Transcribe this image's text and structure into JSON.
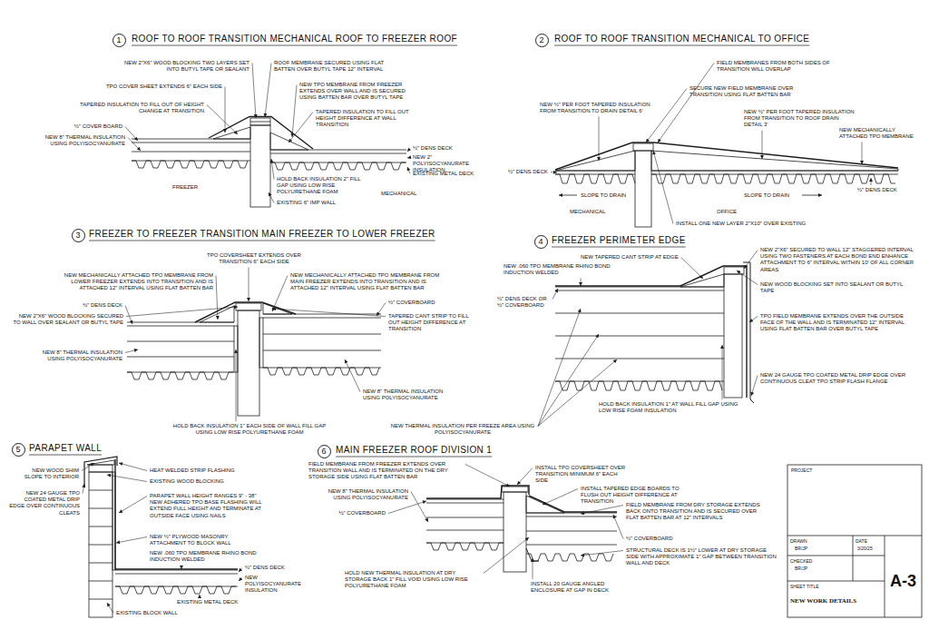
{
  "diagram": {
    "nodes": [
      {
        "text": [
          "1"
        ]
      },
      {
        "text": [
          "2"
        ]
      },
      {
        "text": [
          "3"
        ]
      },
      {
        "text": [
          "4"
        ]
      },
      {
        "text": [
          "5"
        ]
      },
      {
        "text": [
          "6"
        ]
      }
    ],
    "labels": [
      "ROOF TO ROOF TRANSITION MECHANICAL ROOF TO FREEZER ROOF",
      "NEW 2\"X6\" WOOD BLOCKING TWO LAYERS SET INTO BUTYL TAPE OR SEALANT",
      "ROOF MEMBRANE SECURED USING FLAT BATTEN OVER BUTYL TAPE 12\" INTERVAL",
      "TPO COVER SHEET EXTENDS 6\" EACH SIDE",
      "NEW TPO MEMBRANE FROM FREEZER EXTENDS OVER WALL AND IS SECURED USING BATTEN BAR OVER BUTYL TAPE",
      "TAPERED INSULATION TO FILL OUT OF HEIGHT CHANGE AT TRANSITION",
      "TAPERED INSULATION TO FILL OUT HEIGHT DIFFERENCE AT WALL TRANSITION",
      "½\" COVER BOARD",
      "NEW 8\" THERMAL INSULATION USING POLYISOCYANURATE",
      "½\" DENS DECK",
      "HOLD BACK INSULATION 2\" FILL GAP USING LOW RISE POLYURETHANE FOAM",
      "NEW 2\" POLYISOCYANURATE INSULATION",
      "EXISTING METAL DECK",
      "EXISTING 6\" IMP WALL",
      "FREEZER",
      "MECHANICAL",
      "ROOF TO ROOF TRANSITION MECHANICAL TO OFFICE",
      "FIELD MEMBRANES FROM BOTH SIDES OF TRANSITION WILL OVERLAP",
      "SECURE NEW FIELD MEMBRANE OVER TRANSITION USING FLAT BATTEN BAR",
      "NEW ½\" PER FOOT TAPERED INSULATION FROM TRANSITION TO DRAIN DETAIL 6'",
      "NEW ½\" PER FOOT TAPERED INSULATION FROM TRANSITION TO ROOF DRAIN DETAIL 3'",
      "NEW MECHANICALLY ATTACHED TPO MEMBRANE",
      "½\" DENS DECK",
      "SLOPE TO DRAIN",
      "MECHANICAL",
      "½\" DENS DECK",
      "OFFICE",
      "SLOPE TO DRAIN",
      "INSTALL ONE NEW LAYER 2\"X10\" OVER EXISTING",
      "FREEZER TO FREEZER TRANSITION MAIN FREEZER TO LOWER FREEZER",
      "TPO COVERSHEET EXTENDS OVER TRANSITION 6\" EACH SIDE",
      "NEW MECHANICALLY ATTACHED TPO MEMBRANE FROM LOWER FREEZER EXTENDS INTO TRANSITION AND IS ATTACHED 12\" INTERVAL USING FLAT BATTEN BAR",
      "NEW MECHANICALLY ATTACHED TPO MEMBRANE FROM MAIN FREEZER EXTENDS INTO TRANSITION AND IS ATTACHED 12\" INTERVAL USING FLAT BATTEN BAR",
      "½\" DENS DECK",
      "½\" COVERBOARD",
      "NEW 2\"X6\" WOOD BLOCKING SECURED TO WALL OVER SEALANT OR BUTYL TAPE",
      "TAPERED CANT STRIP TO FILL OUT HEIGHT DIFFERENCE AT TRANSITION",
      "NEW 8\" THERMAL INSULATION USING POLYISOCYANURATE",
      "NEW 8\" THERMAL INSULATION USING POLYISOCYANURATE",
      "HOLD BACK INSULATION 1\" EACH SIDE OF WALL FILL GAP USING LOW RISE POLYURETHANE FOAM",
      "FREEZER PERIMETER EDGE",
      "NEW TAPERED CANT STRIP AT EDGE",
      "NEW .060 TPO MEMBRANE RHINO BOND INDUCTION WELDED",
      "NEW 2\"X6\" SECURED TO WALL 12\" STAGGERED INTERVAL USING TWO FASTENERS AT EACH BOND END ENHANCE ATTACHMENT TO 6\" INTERVAL WITHIN 10' OF ALL CORNER AREAS",
      "NEW WOOD BLOCKING SET INTO SEALANT OR BUTYL TAPE",
      "½\" DENS DECK OR ½\" COVERBOARD",
      "TPO FIELD MEMBRANE EXTENDS OVER THE OUTSIDE FACE OF THE WALL AND IS TERMINATED 12\" INTERVAL USING FLAT BATTEN BAR OVER BUTYL TAPE",
      "NEW 24 GAUGE TPO COATED METAL DRIP EDGE OVER CONTINUOUS CLEAT TPO STRIP FLASH FLANGE",
      "HOLD BACK INSULATION 1\" AT WALL FILL GAP USING LOW RISE FOAM INSULATION",
      "NEW THERMAL INSULATION PER FREEZE AREA USING POLYISOCYANURATE",
      "PARAPET WALL",
      "NEW WOOD SHIM SLOPE TO INTERIOR",
      "HEAT WELDED STRIP FLASHING",
      "EXISTING WOOD BLOCKING",
      "NEW 24 GAUGE TPO COATED METAL DRIP EDGE OVER CONTINUOUS CLEATS",
      "PARAPET WALL HEIGHT RANGES 9\" - 38\" NEW ADHERED TPO BASE FLASHING WILL EXTEND FULL HEIGHT AND TERMINATE AT OUTSIDE FACE USING NAILS",
      "NEW ½\" PLYWOOD MASONRY ATTACHMENT TO BLOCK WALL",
      "NEW .060 TPO MEMBRANE RHINO BOND INDUCTION WELDED",
      "½\" DENS DECK",
      "NEW POLYISOCYANURATE INSULATION",
      "EXISTING METAL DECK",
      "EXISTING BLOCK WALL",
      "MAIN FREEZER ROOF DIVISION 1",
      "FIELD MEMBRANE FROM FREEZER EXTENDS OVER TRANSITION WALL AND IS TERMINATED ON THE DRY STORAGE SIDE USING FLAT BATTEN BAR",
      "INSTALL TPO COVERSHEET OVER TRANSITION MINIMUM 6\" EACH SIDE",
      "NEW 8\" THERMAL INSULATION USING POLYISOCYANURATE",
      "INSTALL TAPERED EDGE BOARDS TO FLUSH OUT HEIGHT DIFFERENCE AT TRANSITION",
      "FIELD MEMBRANE FROM DRY STORAGE EXTENDS BACK ONTO TRANSITION AND IS SECURED OVER FLAT BATTEN BAR AT 12\" INTERVALS",
      "½\" COVERBOARD",
      "½\" COVERBOARD",
      "STRUCTURAL DECK IS 1½\" LOWER AT DRY STORAGE SIDE WITH APPROXIMATE 1\" GAP BETWEEN TRANSITION WALL AND DECK",
      "INSTALL 20 GAUGE ANGLED ENCLOSURE AT GAP IN DECK",
      "HOLD NEW THERMAL INSULATION AT DRY STORAGE BACK 1\" FILL VOID USING LOW RISE POLYURETHANE FOAM",
      "PROJECT",
      "DRAWN",
      "BR/JP",
      "CHECKED",
      "BR/JP",
      "DATE",
      "3/20/25",
      "SHEET TITLE",
      "NEW WORK DETAILS",
      "A-3"
    ]
  }
}
